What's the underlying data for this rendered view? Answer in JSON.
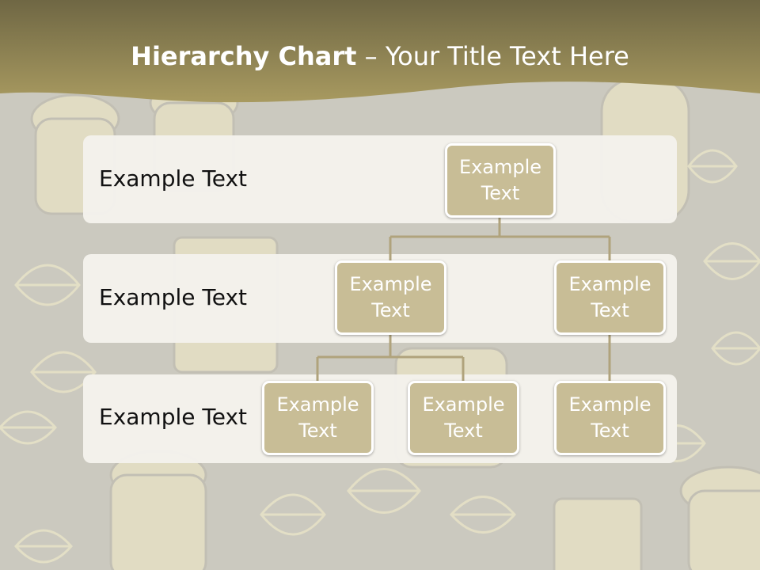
{
  "title": {
    "bold": "Hierarchy Chart",
    "dash": " – ",
    "rest": "Your Title Text Here"
  },
  "levels": [
    {
      "label": "Example Text"
    },
    {
      "label": "Example Text"
    },
    {
      "label": "Example Text"
    }
  ],
  "nodes": {
    "root": "Example Text",
    "level2_left": "Example Text",
    "level2_right": "Example Text",
    "level3_a": "Example Text",
    "level3_b": "Example Text",
    "level3_c": "Example Text"
  },
  "colors": {
    "header_dark": "#6f6744",
    "header_light": "#a89a60",
    "node_fill": "#c8bd96",
    "band_fill": "#f4f2ec",
    "background": "#c9c7bd",
    "connector": "#b0a37c"
  }
}
